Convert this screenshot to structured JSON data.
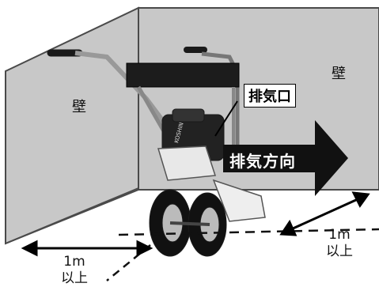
{
  "labels": {
    "wall_left": "壁",
    "wall_right": "壁",
    "exhaust_port": "排気口",
    "exhaust_direction": "排気方向",
    "engine_brand": "KOSHIN"
  },
  "distances": {
    "left": {
      "value": "1m",
      "qualifier": "以上"
    },
    "right": {
      "value": "1m",
      "qualifier": "以上"
    }
  },
  "colors": {
    "wall": "#c8c8c8",
    "wall_edge": "#4a4a4a",
    "arrow": "#111111",
    "machine": "#1a1a1a"
  }
}
